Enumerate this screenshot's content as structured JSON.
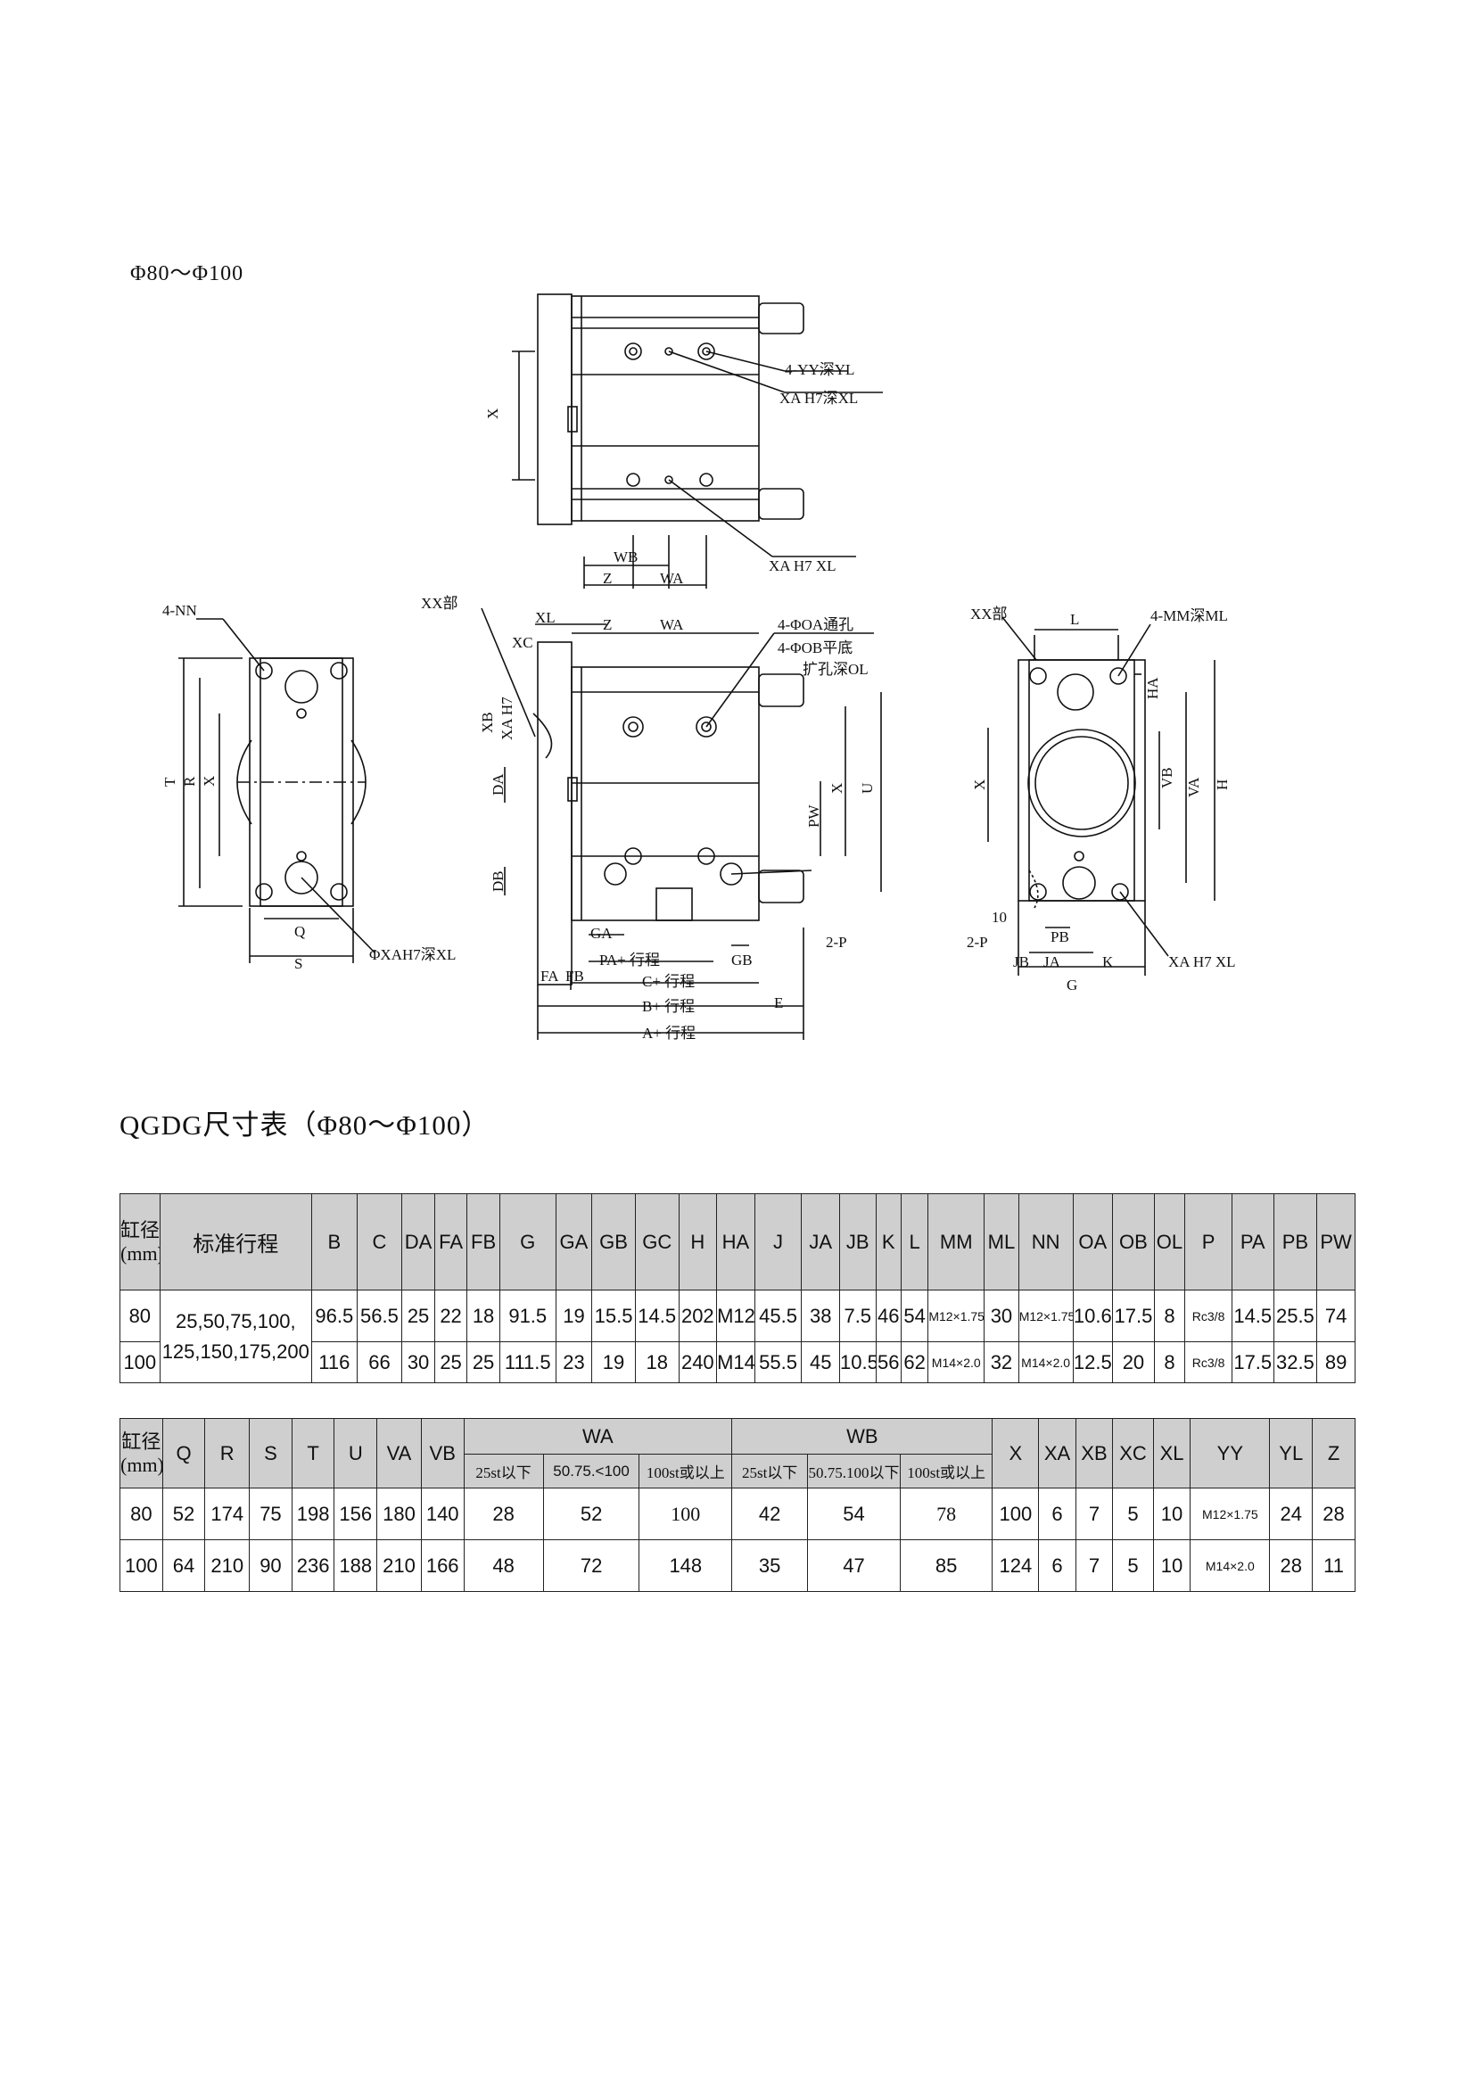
{
  "size_header": "Φ80～Φ100",
  "drawing_labels": {
    "yy": "4-YY深YL",
    "xa_xl_top": "XA H7深XL",
    "xa_h7_xl": "XA  H7  XL",
    "x": "X",
    "wb": "WB",
    "z": "Z",
    "wa": "WA",
    "nn": "4-NN",
    "xx": "XX部",
    "xl": "XL",
    "xc": "XC",
    "xb": "XB",
    "xa_h7": "XA H7",
    "da": "DA",
    "db": "DB",
    "oa": "4-ΦOA通孔",
    "ob": "4-ΦOB平底",
    "ol": "扩孔深OL",
    "pw": "PW",
    "u": "U",
    "t": "T",
    "r": "R",
    "q": "Q",
    "s": "S",
    "xah7xl": "ΦXAH7深XL",
    "ga": "GA",
    "pa": "PA+ 行程",
    "gb": "GB",
    "p2": "2-P",
    "fa": "FA",
    "fb": "FB",
    "c": "C+ 行程",
    "b": "B+ 行程",
    "e": "E",
    "a": "A+ 行程",
    "l": "L",
    "mm": "4-MM深ML",
    "ha": "HA",
    "vb": "VB",
    "va": "VA",
    "h": "H",
    "ten": "10",
    "pb": "PB",
    "jb": "JB",
    "ja": "JA",
    "k": "K",
    "g": "G"
  },
  "table_title": "QGDG尺寸表（Φ80～Φ100）",
  "table1": {
    "bore_label": [
      "缸径",
      "(mm)"
    ],
    "stroke_header": "标准行程",
    "headers": [
      "B",
      "C",
      "DA",
      "FA",
      "FB",
      "G",
      "GA",
      "GB",
      "GC",
      "H",
      "HA",
      "J",
      "JA",
      "JB",
      "K",
      "L",
      "MM",
      "ML",
      "NN",
      "OA",
      "OB",
      "OL",
      "P",
      "PA",
      "PB",
      "PW"
    ],
    "stroke_values": [
      "25,50,75,100,",
      "125,150,175,200"
    ],
    "rows": [
      {
        "bore": "80",
        "cells": [
          "96.5",
          "56.5",
          "25",
          "22",
          "18",
          "91.5",
          "19",
          "15.5",
          "14.5",
          "202",
          "M12",
          "45.5",
          "38",
          "7.5",
          "46",
          "54",
          "M12×1.75",
          "30",
          "M12×1.75",
          "10.6",
          "17.5",
          "8",
          "Rc3/8",
          "14.5",
          "25.5",
          "74"
        ]
      },
      {
        "bore": "100",
        "cells": [
          "116",
          "66",
          "30",
          "25",
          "25",
          "111.5",
          "23",
          "19",
          "18",
          "240",
          "M14",
          "55.5",
          "45",
          "10.5",
          "56",
          "62",
          "M14×2.0",
          "32",
          "M14×2.0",
          "12.5",
          "20",
          "8",
          "Rc3/8",
          "17.5",
          "32.5",
          "89"
        ]
      }
    ]
  },
  "table2": {
    "bore_label": [
      "缸径",
      "(mm)"
    ],
    "headers_left": [
      "Q",
      "R",
      "S",
      "T",
      "U",
      "VA",
      "VB"
    ],
    "wa_header": "WA",
    "wb_header": "WB",
    "wa_sub": [
      "25st以下",
      "50.75.<100",
      "100st或以上"
    ],
    "wb_sub": [
      "25st以下",
      "50.75.100以下",
      "100st或以上"
    ],
    "headers_right": [
      "X",
      "XA",
      "XB",
      "XC",
      "XL",
      "YY",
      "YL",
      "Z"
    ],
    "rows": [
      {
        "bore": "80",
        "left": [
          "52",
          "174",
          "75",
          "198",
          "156",
          "180",
          "140"
        ],
        "wa": [
          "28",
          "52",
          "100"
        ],
        "wb": [
          "42",
          "54",
          "78"
        ],
        "right": [
          "100",
          "6",
          "7",
          "5",
          "10",
          "M12×1.75",
          "24",
          "28"
        ]
      },
      {
        "bore": "100",
        "left": [
          "64",
          "210",
          "90",
          "236",
          "188",
          "210",
          "166"
        ],
        "wa": [
          "48",
          "72",
          "148"
        ],
        "wb": [
          "35",
          "47",
          "85"
        ],
        "right": [
          "124",
          "6",
          "7",
          "5",
          "10",
          "M14×2.0",
          "28",
          "11"
        ]
      }
    ]
  }
}
